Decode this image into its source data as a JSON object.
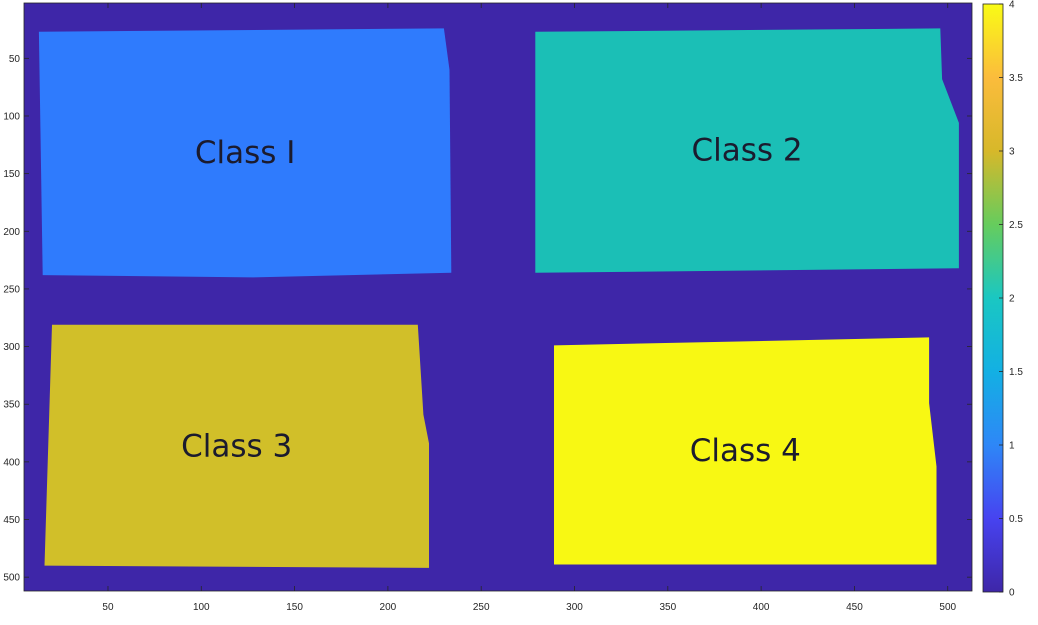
{
  "chart_data": {
    "type": "heatmap",
    "title": "",
    "xlabel": "",
    "ylabel": "",
    "xlim": [
      5,
      513
    ],
    "ylim": [
      512,
      2
    ],
    "y_reversed": true,
    "x_ticks": [
      50,
      100,
      150,
      200,
      250,
      300,
      350,
      400,
      450,
      500
    ],
    "y_ticks": [
      50,
      100,
      150,
      200,
      250,
      300,
      350,
      400,
      450,
      500
    ],
    "background_value": 0,
    "colormap": "parula",
    "colorbar": {
      "min": 0,
      "max": 4,
      "ticks": [
        0,
        0.5,
        1,
        1.5,
        2,
        2.5,
        3,
        3.5,
        4
      ],
      "tick_labels": [
        "0",
        "0.5",
        "1",
        "1.5",
        "2",
        "2.5",
        "3",
        "3.5",
        "4"
      ],
      "stops": [
        "#3e26a8",
        "#4743f0",
        "#2e87f7",
        "#13b0e3",
        "#1ac7c2",
        "#66cc5d",
        "#d7b82a",
        "#fbbc3c",
        "#f9fb15"
      ]
    },
    "regions": [
      {
        "label": "Class I",
        "value": 1,
        "color": "#2f7bfd",
        "polygon": [
          [
            13,
            27
          ],
          [
            230,
            24
          ],
          [
            233,
            60
          ],
          [
            234,
            236
          ],
          [
            127,
            240
          ],
          [
            15,
            238
          ]
        ]
      },
      {
        "label": "Class 2",
        "value": 2,
        "color": "#1bbfb6",
        "polygon": [
          [
            279,
            27
          ],
          [
            496,
            24
          ],
          [
            497,
            68
          ],
          [
            506,
            106
          ],
          [
            506,
            232
          ],
          [
            279,
            236
          ]
        ]
      },
      {
        "label": "Class 3",
        "value": 3,
        "color": "#d1bf29",
        "polygon": [
          [
            20,
            281
          ],
          [
            216,
            281
          ],
          [
            219,
            359
          ],
          [
            222,
            384
          ],
          [
            222,
            492
          ],
          [
            16,
            490
          ]
        ]
      },
      {
        "label": "Class 4",
        "value": 4,
        "color": "#f8f813",
        "polygon": [
          [
            289,
            299
          ],
          [
            490,
            292
          ],
          [
            490,
            349
          ],
          [
            494,
            404
          ],
          [
            494,
            489
          ],
          [
            289,
            489
          ]
        ]
      }
    ]
  }
}
